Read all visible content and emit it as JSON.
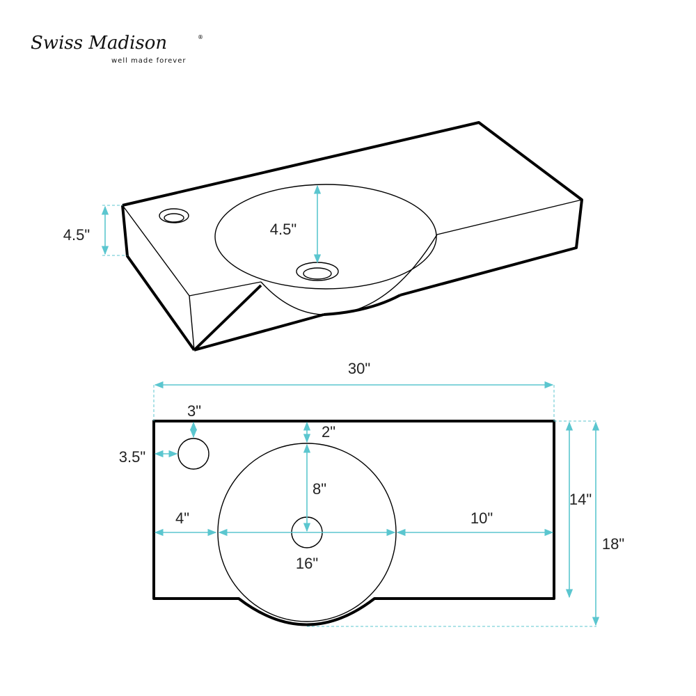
{
  "brand": {
    "name": "Swiss Madison",
    "tagline": "well made forever",
    "mark": "®"
  },
  "colors": {
    "dimension": "#5bc6cf",
    "outline": "#000000"
  },
  "iso_view": {
    "height_label": "4.5\"",
    "bowl_depth_label": "4.5\""
  },
  "top_view": {
    "width_label": "30\"",
    "faucet_top_offset": "3\"",
    "faucet_side_offset": "3.5\"",
    "bowl_top_offset": "2\"",
    "bowl_radius": "8\"",
    "left_margin": "4\"",
    "bowl_diameter": "16\"",
    "right_margin": "10\"",
    "depth_label": "14\"",
    "total_depth_label": "18\""
  }
}
